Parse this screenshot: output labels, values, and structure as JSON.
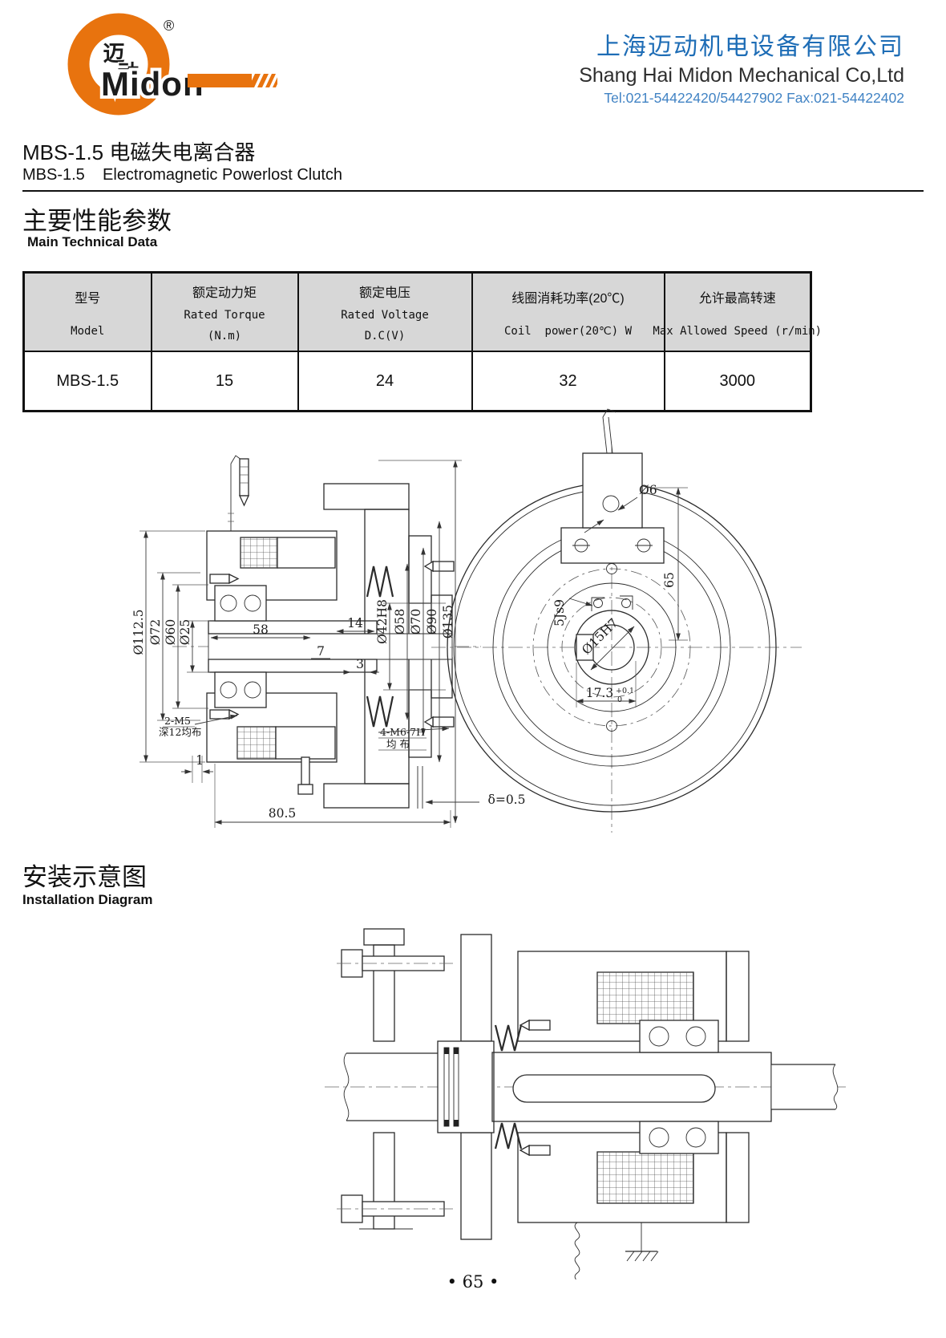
{
  "header": {
    "logo_zh_1": "迈",
    "logo_zh_2": "动",
    "logo_en": "Midon",
    "registered": "®",
    "company_zh": "上海迈动机电设备有限公司",
    "company_en": "Shang Hai Midon Mechanical Co,Ltd",
    "contact": "Tel:021-54422420/54427902 Fax:021-54422402"
  },
  "title": {
    "zh": "MBS-1.5 电磁失电离合器",
    "en": "MBS-1.5    Electromagnetic Powerlost Clutch"
  },
  "section_main": {
    "zh": "主要性能参数",
    "en": "Main Technical Data"
  },
  "table": {
    "col1": {
      "zh": "型号",
      "en": "Model"
    },
    "col2": {
      "zh": "额定动力矩",
      "en": "Rated Torque",
      "unit": "(N.m)"
    },
    "col3": {
      "zh": "额定电压",
      "en": "Rated Voltage",
      "unit": "D.C(V)"
    },
    "col4": {
      "zh": "线圈消耗功率(20℃)",
      "en": "Coil  power(20℃) W"
    },
    "col5": {
      "zh": "允许最高转速",
      "en": "Max Allowed Speed (r/min)"
    },
    "row": {
      "model": "MBS-1.5",
      "torque": "15",
      "voltage": "24",
      "power": "32",
      "speed": "3000"
    }
  },
  "drawings": {
    "dia112_5": "Ø112.5",
    "dia72": "Ø72",
    "dia60": "Ø60",
    "dia25": "Ø25",
    "dia42h8": "Ø42H8",
    "dia58": "Ø58",
    "dia70": "Ø70",
    "dia90": "Ø90",
    "dia135": "Ø135",
    "len58": "58",
    "len14": "14",
    "len7": "7",
    "len3": "3",
    "len1": "1",
    "gap": "δ=0.5",
    "total": "80.5",
    "note_l1": "2-M5",
    "note_l2": "深12均布",
    "note_r1": "4-M6-7H",
    "note_r2": "均 布",
    "dia6": "Ø6",
    "h65": "65",
    "key": "5Js9",
    "bore": "Ø15H7",
    "keyw": "17.3",
    "tol_hi": "+0.1",
    "tol_lo": "0"
  },
  "section_install": {
    "zh": "安装示意图",
    "en": "Installation Diagram"
  },
  "page_number": "• 65 •"
}
